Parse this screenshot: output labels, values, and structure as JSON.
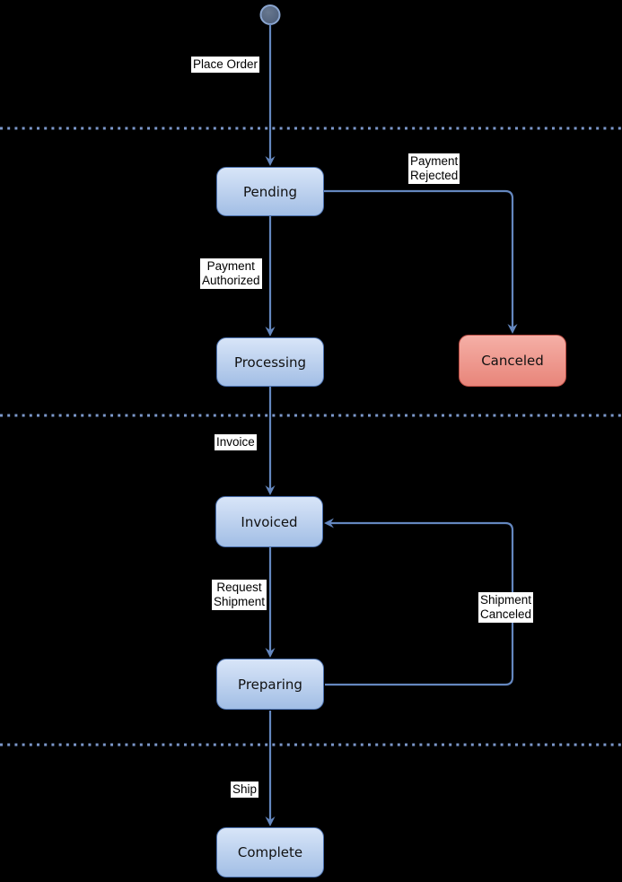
{
  "colors": {
    "background": "#000000",
    "edge": "#6487bf",
    "lane_divider": "#7b97ca",
    "node_fill_top": "#d8e5f8",
    "node_fill_bottom": "#a2bee5",
    "node_border": "#4a70ae",
    "node_text": "#111111",
    "cancel_fill_top": "#f5afa6",
    "cancel_fill_bottom": "#e8857a",
    "cancel_border": "#bb4d44",
    "start_fill_light": "#68788f",
    "start_fill_dark": "#4c5d79",
    "start_border": "#8aa5cf",
    "label_bg": "#ffffff",
    "label_text": "#000000"
  },
  "nodes": {
    "pending": {
      "label": "Pending"
    },
    "processing": {
      "label": "Processing"
    },
    "canceled": {
      "label": "Canceled"
    },
    "invoiced": {
      "label": "Invoiced"
    },
    "preparing": {
      "label": "Preparing"
    },
    "complete": {
      "label": "Complete"
    }
  },
  "edges": {
    "place_order": {
      "label": "Place Order"
    },
    "payment_rejected": {
      "label": "Payment\nRejected"
    },
    "payment_authorized": {
      "label": "Payment\nAuthorized"
    },
    "invoice": {
      "label": "Invoice"
    },
    "request_shipment": {
      "label": "Request\nShipment"
    },
    "shipment_canceled": {
      "label": "Shipment\nCanceled"
    },
    "ship": {
      "label": "Ship"
    }
  }
}
